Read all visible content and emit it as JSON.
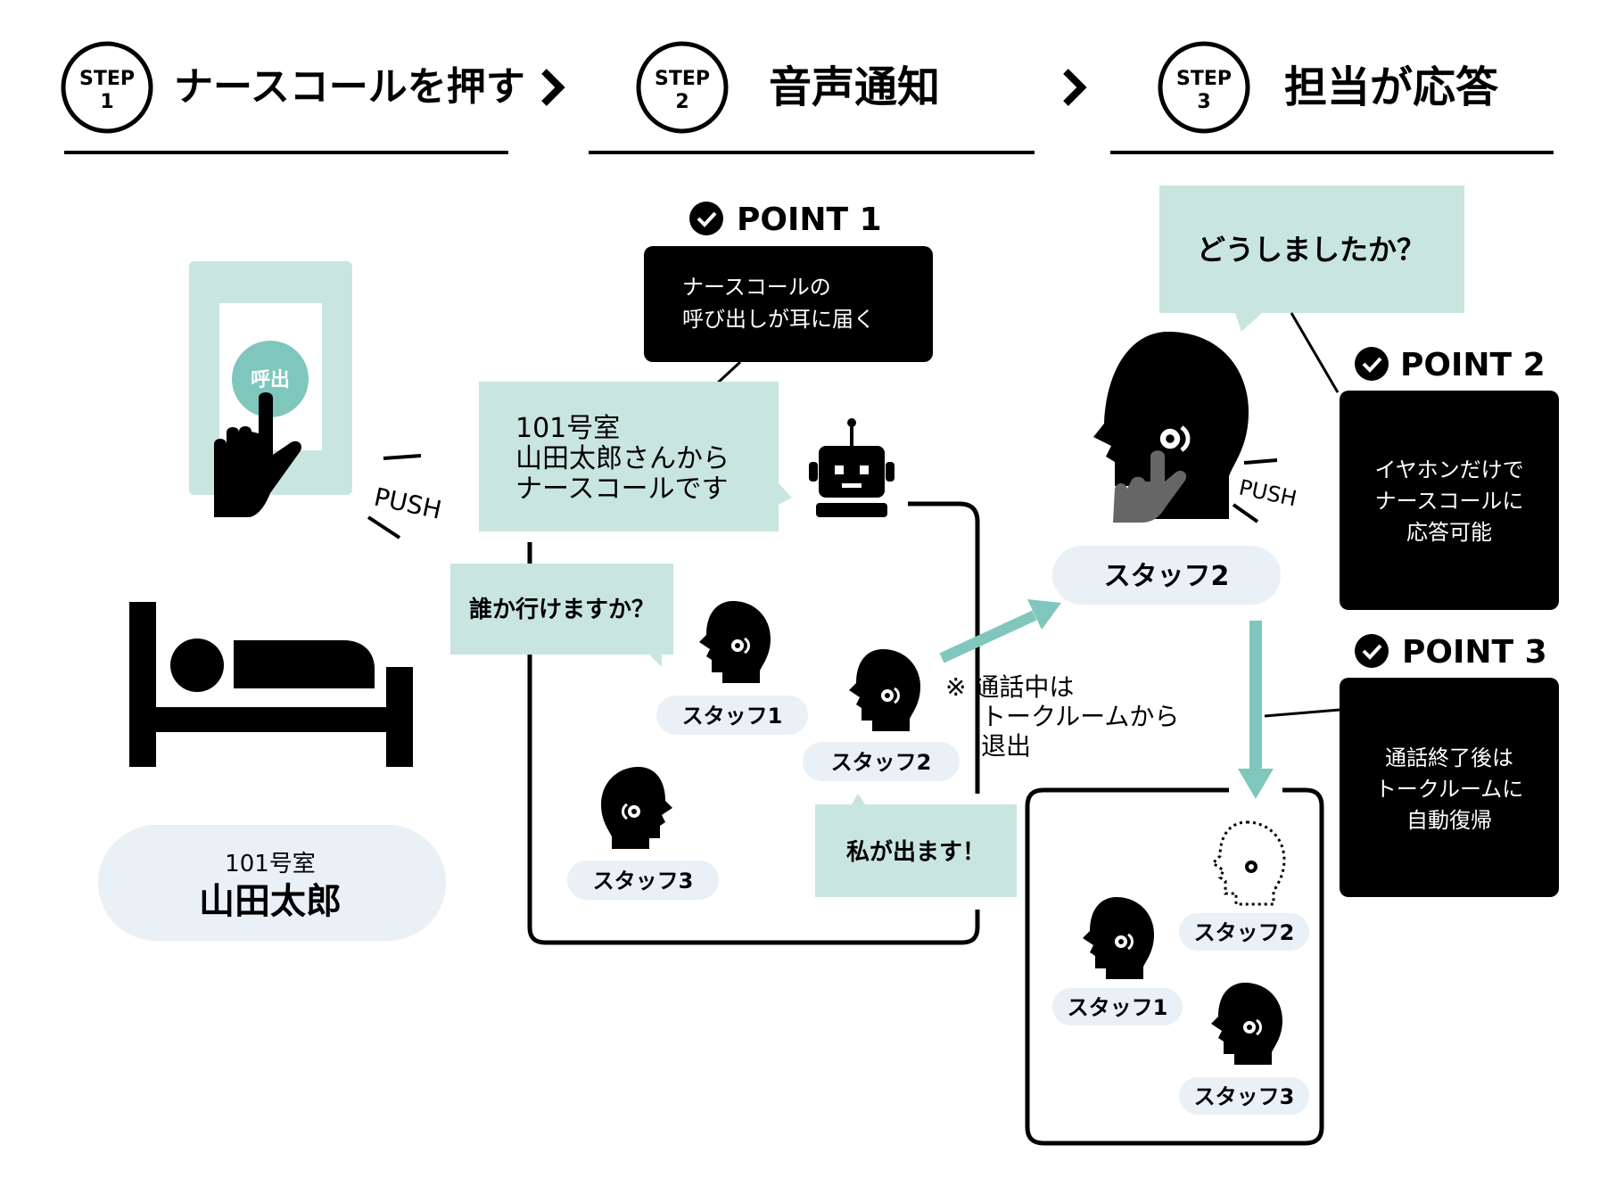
{
  "steps": [
    {
      "badge_top": "STEP",
      "badge_num": "1",
      "title": "ナースコールを押す"
    },
    {
      "badge_top": "STEP",
      "badge_num": "2",
      "title": "音声通知"
    },
    {
      "badge_top": "STEP",
      "badge_num": "3",
      "title": "担当が応答"
    }
  ],
  "arrow_glyph": "›",
  "call_button_label": "呼出",
  "push_label": "PUSH",
  "patient": {
    "room": "101号室",
    "name": "山田太郎"
  },
  "points": [
    {
      "label": "POINT 1",
      "text_lines": [
        "ナースコールの",
        "呼び出しが耳に届く"
      ]
    },
    {
      "label": "POINT 2",
      "text_lines": [
        "イヤホンだけで",
        "ナースコールに",
        "応答可能"
      ]
    },
    {
      "label": "POINT 3",
      "text_lines": [
        "通話終了後は",
        "トークルームに",
        "自動復帰"
      ]
    }
  ],
  "announcement_lines": [
    "101号室",
    "山田太郎さんから",
    "ナースコールです"
  ],
  "question_bubble": "誰か行けますか？",
  "answer_bubble": "私が出ます！",
  "response_bubble": "どうしましたか？",
  "note_lines": [
    "※ 通話中は",
    "トークルームから",
    "退出"
  ],
  "staff": {
    "s1": "スタッフ1",
    "s2": "スタッフ2",
    "s3": "スタッフ3"
  },
  "colors": {
    "mint": "#c9e5e0",
    "teal": "#7fc7bd",
    "pill": "#e9f0f6",
    "black": "#000000",
    "grey_hand": "#666666"
  }
}
